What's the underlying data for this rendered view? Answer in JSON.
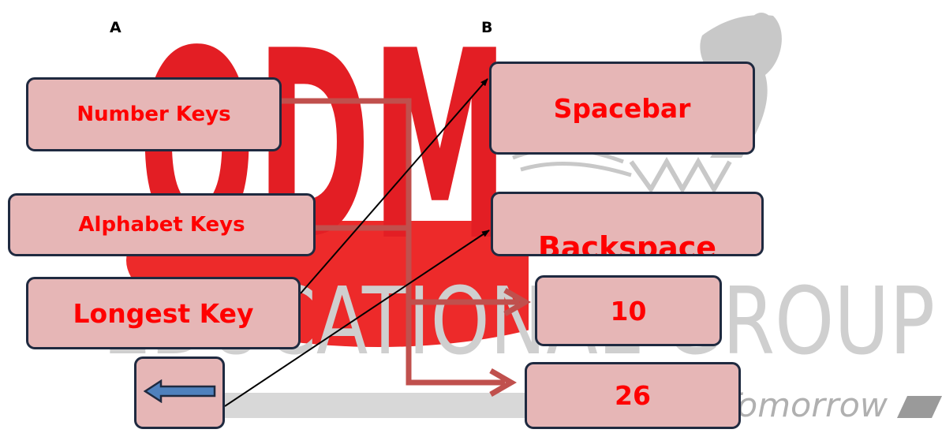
{
  "watermark": {
    "logo_letters": "ODM",
    "word": "EDUCATIONAL GROUP",
    "tagline": "Changing Tomorrow"
  },
  "columns": {
    "a_label": "A",
    "b_label": "B"
  },
  "column_a": [
    {
      "label": "Number Keys"
    },
    {
      "label": "Alphabet Keys"
    },
    {
      "label": "Longest Key"
    },
    {
      "label": "",
      "icon": "backspace-arrow-icon"
    }
  ],
  "column_b": [
    {
      "label": "Spacebar"
    },
    {
      "label": "Backspace"
    },
    {
      "label": "10"
    },
    {
      "label": "26"
    }
  ],
  "colors": {
    "box_fill": "#e6b6b6",
    "box_border": "#1f2a40",
    "label_text": "#ff0000",
    "connector_thick": "#c0504d",
    "connector_thin": "#000000",
    "arrow_icon": "#4f81bd"
  },
  "matches": [
    {
      "from": "Number Keys",
      "to": "10"
    },
    {
      "from": "Alphabet Keys",
      "to": "26"
    },
    {
      "from": "Longest Key",
      "to": "Spacebar"
    },
    {
      "from": "backspace-arrow-icon",
      "to": "Backspace"
    }
  ]
}
